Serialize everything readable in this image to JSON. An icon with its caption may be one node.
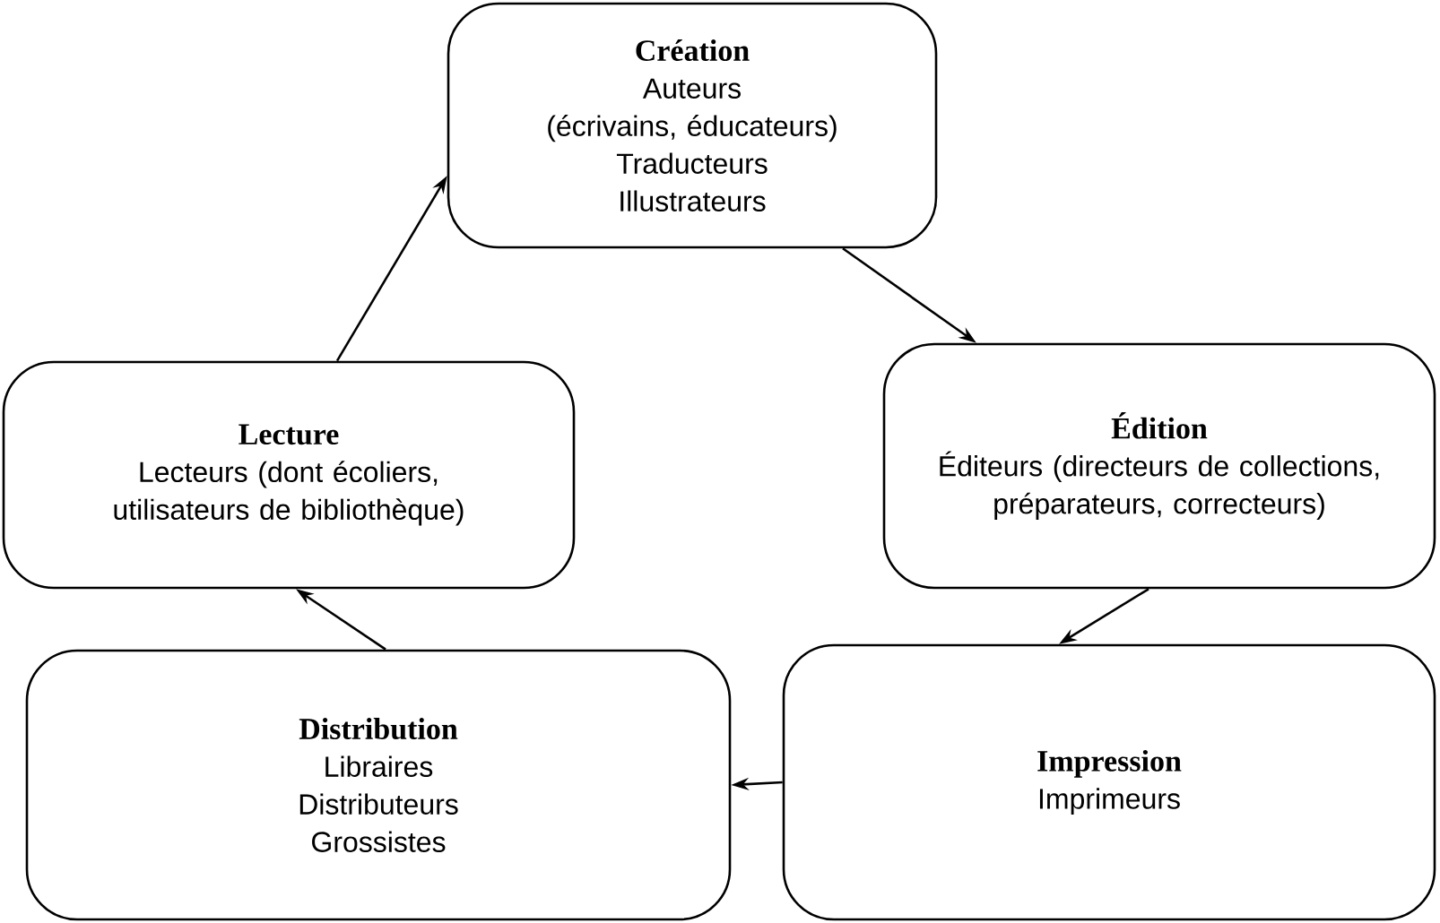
{
  "diagram": {
    "nodes": [
      {
        "text": [
          "Création",
          "Auteurs",
          "(écrivains, éducateurs)",
          "Traducteurs",
          "Illustrateurs"
        ]
      },
      {
        "text": [
          "Édition",
          "Éditeurs (directeurs de collections, préparateurs, correcteurs)"
        ]
      },
      {
        "text": [
          "Impression",
          "Imprimeurs"
        ]
      },
      {
        "text": [
          "Distribution",
          "Libraires",
          "Distributeurs",
          "Grossistes"
        ]
      },
      {
        "text": [
          "Lecture",
          "Lecteurs (dont écoliers, utilisateurs de bibliothèque)"
        ]
      }
    ],
    "edges": [
      {
        "from": 0,
        "to": 1,
        "arrow": "to"
      },
      {
        "from": 1,
        "to": 2,
        "arrow": "to"
      },
      {
        "from": 2,
        "to": 3,
        "arrow": "to"
      },
      {
        "from": 3,
        "to": 4,
        "arrow": "to"
      },
      {
        "from": 4,
        "to": 0,
        "arrow": "to"
      }
    ]
  }
}
